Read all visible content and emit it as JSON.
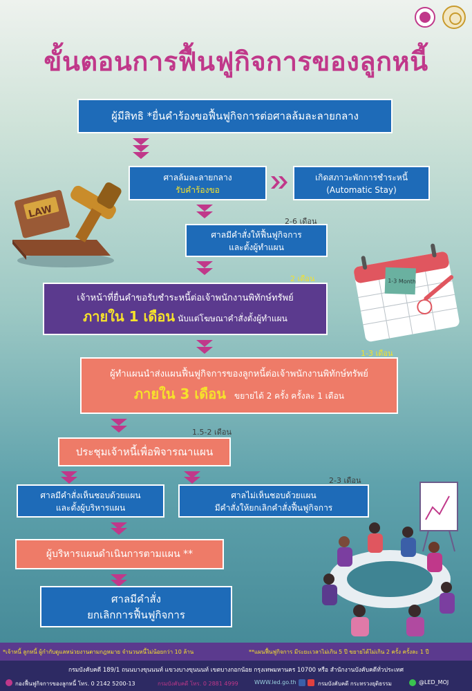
{
  "header": {
    "title": "ขั้นตอนการฟื้นฟูกิจการของลูกหนี้"
  },
  "steps": {
    "s1": "ผู้มีสิทธิ *ยื่นคำร้องขอฟื้นฟูกิจการต่อศาลล้มละลายกลาง",
    "s2a": "ศาลล้มละลายกลาง",
    "s2b": "รับคำร้องขอ",
    "s3a": "เกิดสภาวะพักการชำระหนี้",
    "s3b": "(Automatic Stay)",
    "d1": "2-6 เดือน",
    "s4a": "ศาลมีคำสั่งให้ฟื้นฟูกิจการ",
    "s4b": "และตั้งผู้ทำแผน",
    "d2": "2 เดือน",
    "s5a": "เจ้าหน้าที่ยื่นคำขอรับชำระหนี้ต่อเจ้าพนักงานพิทักษ์ทรัพย์",
    "s5b": "ภายใน 1 เดือน",
    "s5c": "นับแต่โฆษณาคำสั่งตั้งผู้ทำแผน",
    "d3": "1-3 เดือน",
    "s6a": "ผู้ทำแผนนำส่งแผนฟื้นฟูกิจการของลูกหนี้ต่อเจ้าพนักงานพิทักษ์ทรัพย์",
    "s6b": "ภายใน 3 เดือน",
    "s6c": "ขยายได้ 2 ครั้ง ครั้งละ 1 เดือน",
    "d4": "1.5-2 เดือน",
    "s7": "ประชุมเจ้าหนี้เพื่อพิจารณาแผน",
    "d5": "2-3 เดือน",
    "s8a": "ศาลมีคำสั่งเห็นชอบด้วยแผน",
    "s8b": "และตั้งผู้บริหารแผน",
    "s9a": "ศาลไม่เห็นชอบด้วยแผน",
    "s9b": "มีคำสั่งให้ยกเลิกคำสั่งฟื้นฟูกิจการ",
    "s10": "ผู้บริหารแผนดำเนินการตามแผน **",
    "s11a": "ศาลมีคำสั่ง",
    "s11b": "ยกเลิกการฟื้นฟูกิจการ"
  },
  "illustrations": {
    "gavel_plate": "LAW",
    "calendar_note": "1-3 Month"
  },
  "footer": {
    "note1": "*เจ้าหนี้ ลูกหนี้ ผู้กำกับดูแลหน่วยงานตามกฎหมาย จำนวนหนี้ไม่น้อยกว่า 10 ล้าน",
    "note2": "**แผนฟื้นฟูกิจการ มีระยะเวลาไม่เกิน 5 ปี ขยายได้ไม่เกิน 2 ครั้ง ครั้งละ 1 ปี",
    "address": "กรมบังคับคดี 189/1 ถนนบางขุนนนท์ แขวงบางขุนนนท์ เขตบางกอกน้อย กรุงเทพมหานคร 10700 หรือ สำนักงานบังคับคดีทั่วประเทศ",
    "division": "กองฟื้นฟูกิจการของลูกหนี้ โทร. 0 2142 5200-13",
    "dept_phone": "กรมบังคับคดี โทร. 0 2881 4999",
    "website": "WWW.led.go.th",
    "facebook": "กรมบังคับคดี กระทรวงยุติธรรม",
    "line": "@LED_MOJ"
  },
  "colors": {
    "title": "#c0388a",
    "blue_box": "#1e6bb8",
    "purple_box": "#5b3a8e",
    "salmon_box": "#ee7b68",
    "highlight": "#f6e22b",
    "arrow": "#c0388a"
  }
}
